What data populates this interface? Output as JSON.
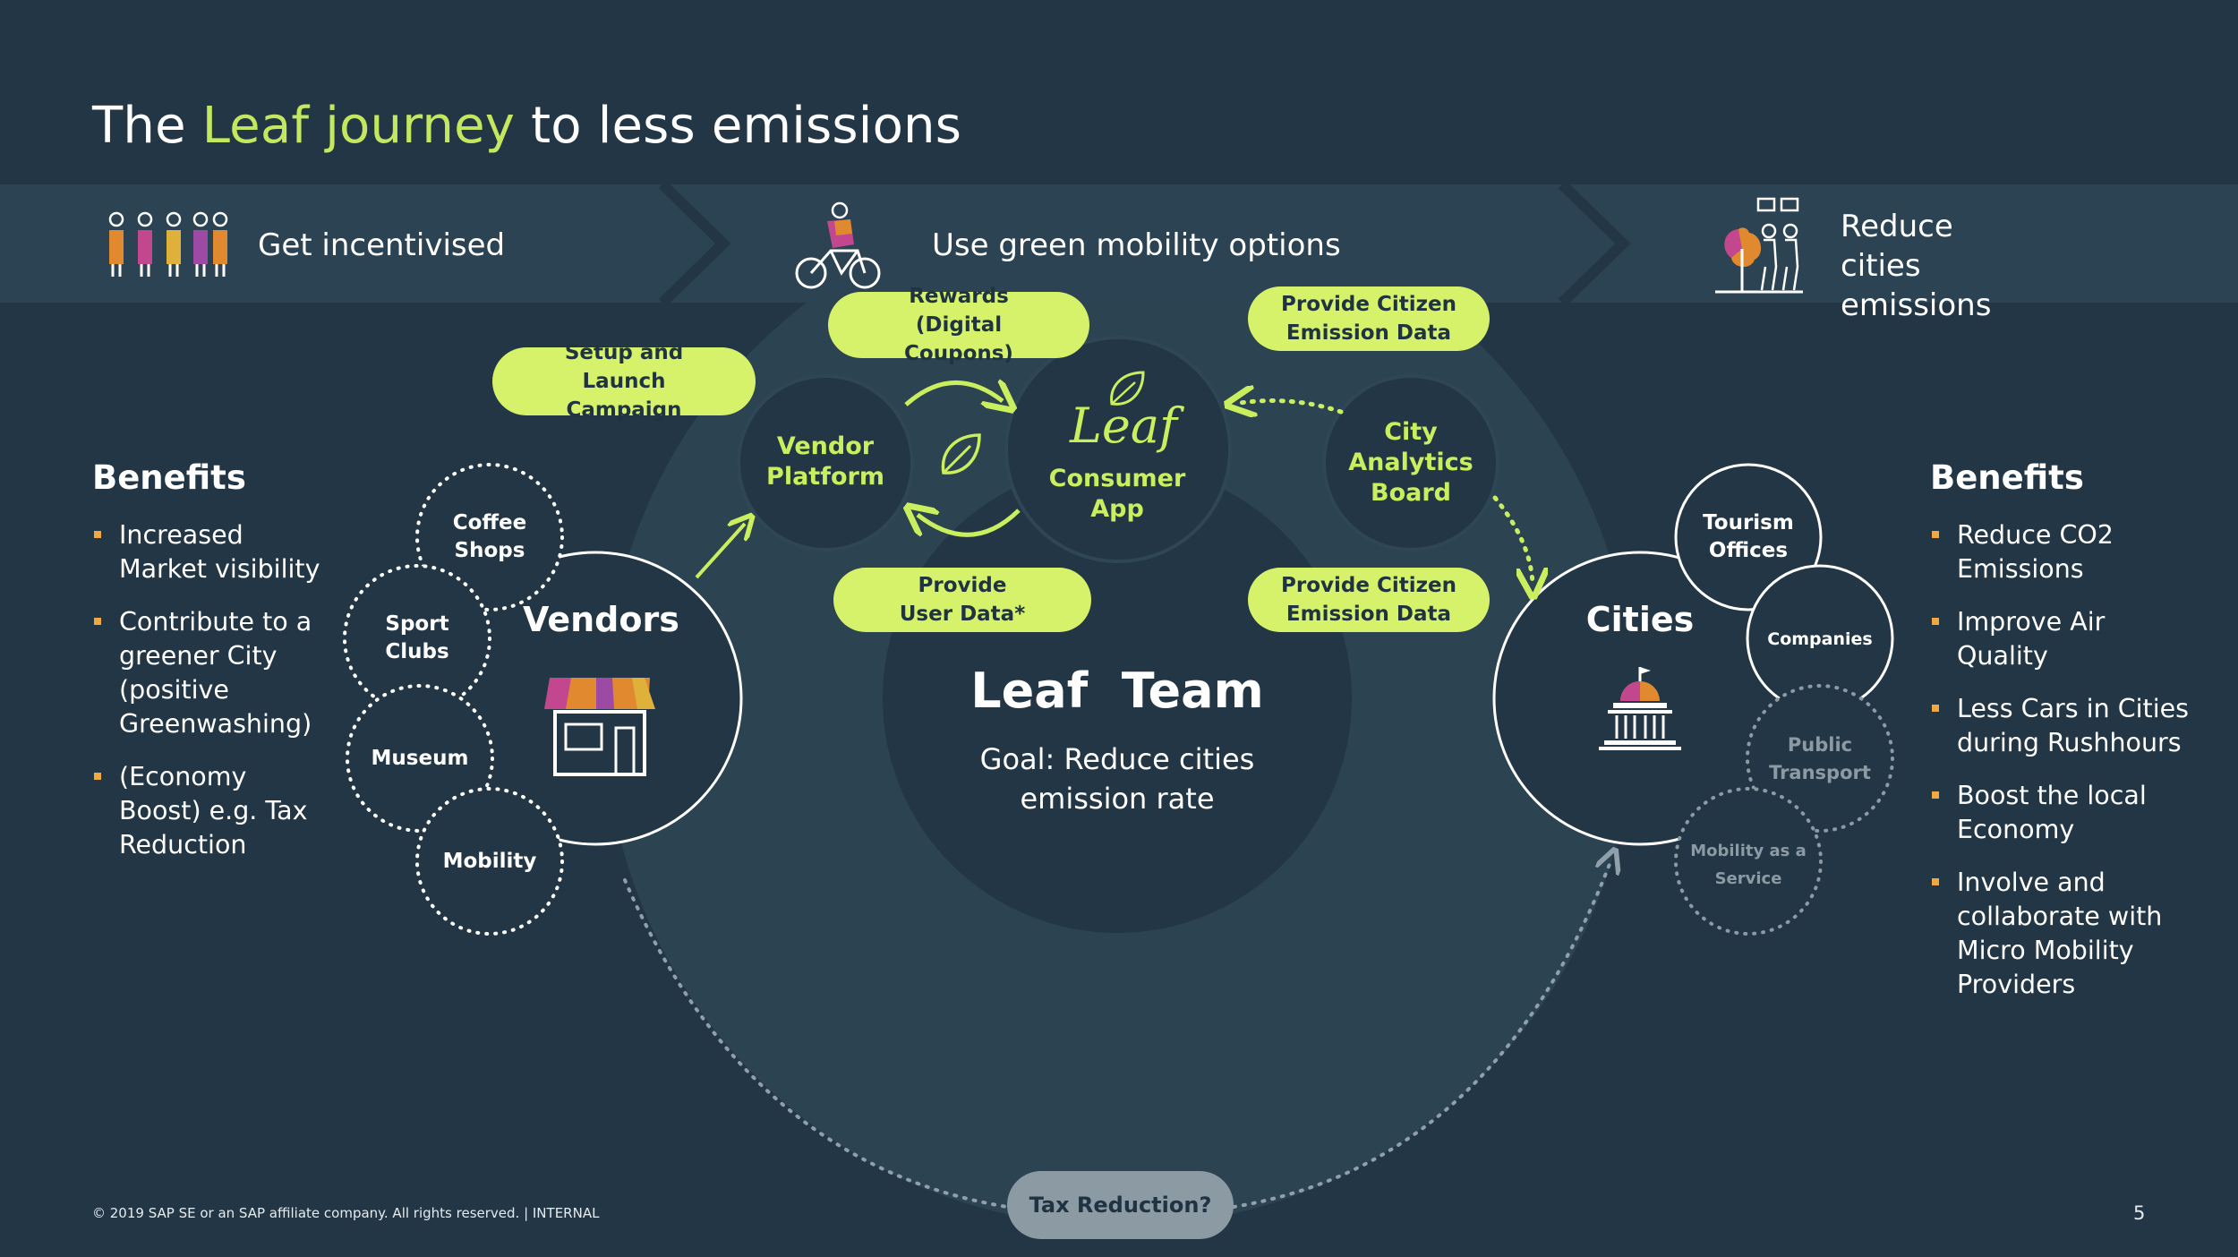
{
  "title": {
    "prefix": "The ",
    "highlight": "Leaf journey",
    "suffix": " to less emissions"
  },
  "band": {
    "step1": "Get incentivised",
    "step2": "Use green mobility options",
    "step3": "Reduce cities emissions"
  },
  "pills": {
    "setup": "Setup and Launch Campaign",
    "rewards": "Rewards (Digital Coupons)",
    "provide_user_data": "Provide User Data*",
    "citizen_top": "Provide Citizen Emission Data",
    "citizen_bottom": "Provide Citizen Emission Data",
    "tax": "Tax Reduction?"
  },
  "nodes": {
    "vendor_platform": "Vendor Platform",
    "consumer_app": "Consumer App",
    "leaf_logo": "Leaf",
    "city_board": "City Analytics Board",
    "vendors": "Vendors",
    "cities": "Cities",
    "team_title": "Leaf  Team",
    "team_goal": "Goal: Reduce cities emission rate"
  },
  "vendor_types": [
    "Coffee Shops",
    "Sport Clubs",
    "Museum",
    "Mobility"
  ],
  "city_types": [
    "Tourism Offices",
    "Companies",
    "Public Transport",
    "Mobility as a Service"
  ],
  "benefits_left": {
    "heading": "Benefits",
    "items": [
      "Increased Market visibility",
      "Contribute to a greener City (positive Greenwashing)",
      "(Economy Boost) e.g. Tax Reduction"
    ]
  },
  "benefits_right": {
    "heading": "Benefits",
    "items": [
      "Reduce CO2 Emissions",
      "Improve Air Quality",
      "Less Cars in Cities during Rushhours",
      "Boost the local Economy",
      "Involve and collaborate with Micro Mobility Providers"
    ]
  },
  "footer": "© 2019 SAP SE or an SAP affiliate company. All rights reserved.  |  INTERNAL",
  "page_number": "5",
  "colors": {
    "background": "#223645",
    "band": "#2c4353",
    "accent_green": "#c9ef5f",
    "pill_green": "#d6f26a",
    "bullet_orange": "#f0a840"
  }
}
